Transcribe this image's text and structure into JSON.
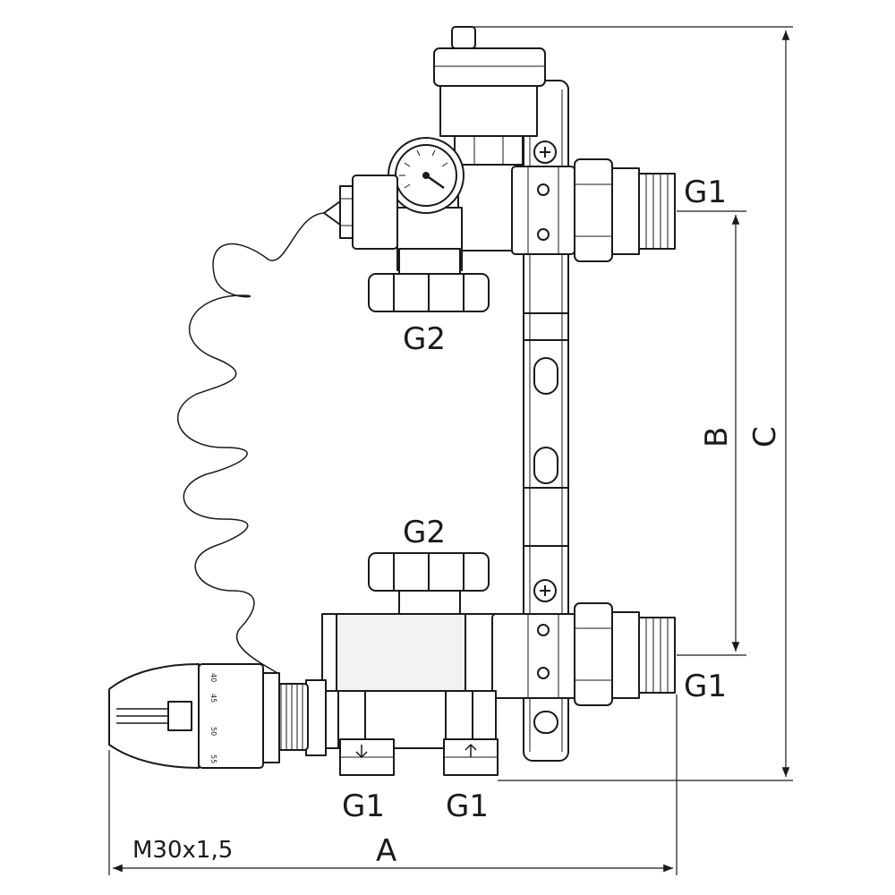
{
  "labels": {
    "g1_top_right": "G1",
    "g2_top": "G2",
    "g2_bottom": "G2",
    "g1_bottom_right": "G1",
    "g1_bottom_left": "G1",
    "g1_bottom_mid": "G1",
    "dim_a": "A",
    "dim_b": "B",
    "dim_c": "C",
    "thread": "M30x1,5"
  },
  "dial_scale": [
    "40",
    "45",
    "50",
    "55"
  ],
  "colors": {
    "line": "#1a1a1a",
    "fill": "#ffffff",
    "shade": "#e8e8e8"
  }
}
